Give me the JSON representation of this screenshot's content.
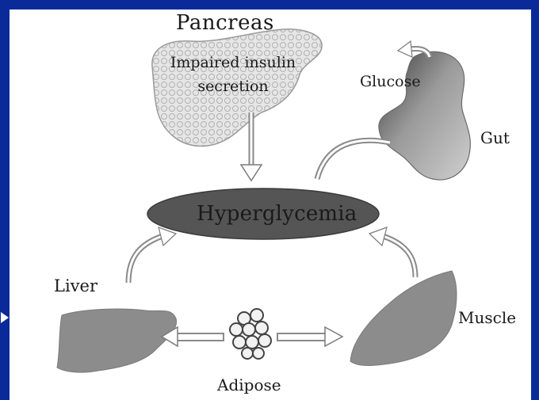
{
  "diagram": {
    "pancreas_label": "Pancreas",
    "pancreas_text_line1": "Impaired insulin",
    "pancreas_text_line2": "secretion",
    "glucose_label": "Glucose",
    "gut_label": "Gut",
    "center_label": "Hyperglycemia",
    "liver_label": "Liver",
    "muscle_label": "Muscle",
    "adipose_label": "Adipose"
  },
  "colors": {
    "background_frame": "#0a2a9a",
    "organ_fill": "#8c8c8c",
    "center_fill": "#555555",
    "arrow_stroke": "#8a8a8a"
  },
  "icons": [
    "pancreas-shape",
    "gut-shape",
    "liver-shape",
    "muscle-shape",
    "adipose-cells",
    "arrow"
  ]
}
